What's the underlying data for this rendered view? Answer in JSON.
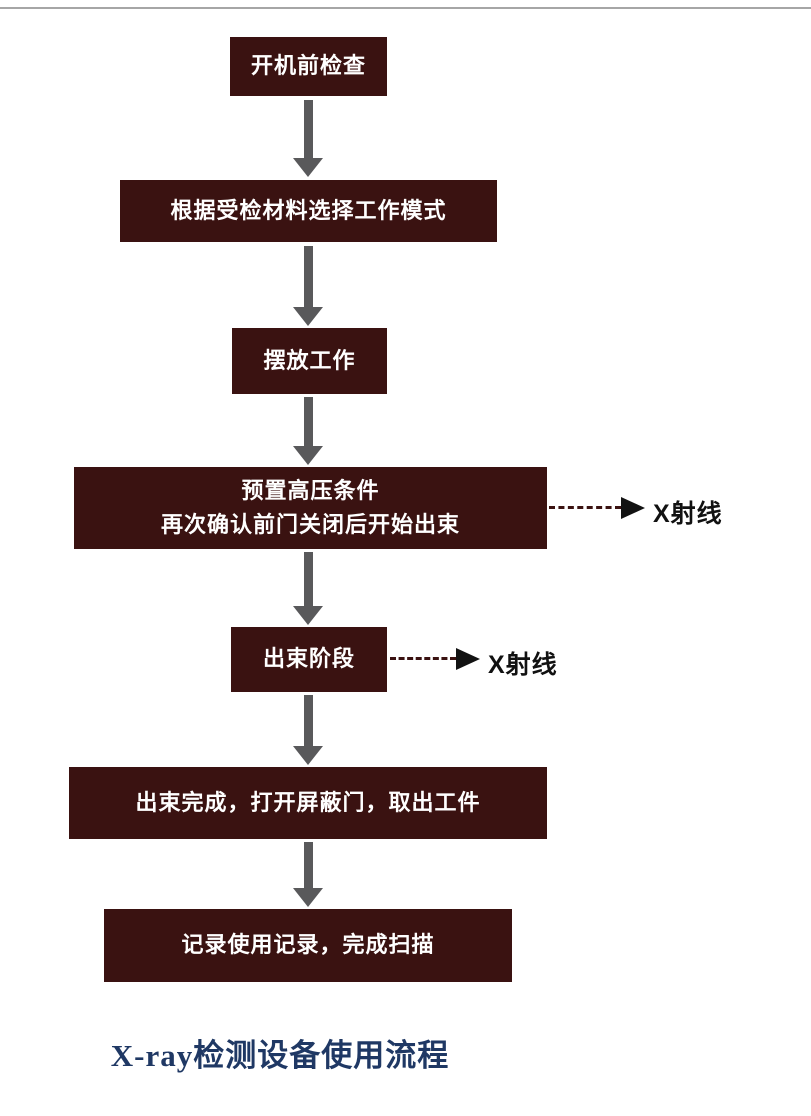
{
  "title": "X-ray检测设备使用流程",
  "nodes": [
    {
      "label": "开机前检查"
    },
    {
      "label": "根据受检材料选择工作模式"
    },
    {
      "label": "摆放工作"
    },
    {
      "label": "预置高压条件\n再次确认前门关闭后开始出束"
    },
    {
      "label": "出束阶段"
    },
    {
      "label": "出束完成，打开屏蔽门，取出工件"
    },
    {
      "label": "记录使用记录，完成扫描"
    }
  ],
  "side_labels": [
    {
      "text": "X射线"
    },
    {
      "text": "X射线"
    }
  ],
  "colors": {
    "box_background": "#3a1211",
    "box_text": "#ffffff",
    "flow_arrow_gray": "#59595b",
    "dashed_line_maroon": "#3a1211",
    "dashed_arrowhead_black": "#121212",
    "title_navy": "#1f3864",
    "divider_gray": "#a6a6a6"
  }
}
